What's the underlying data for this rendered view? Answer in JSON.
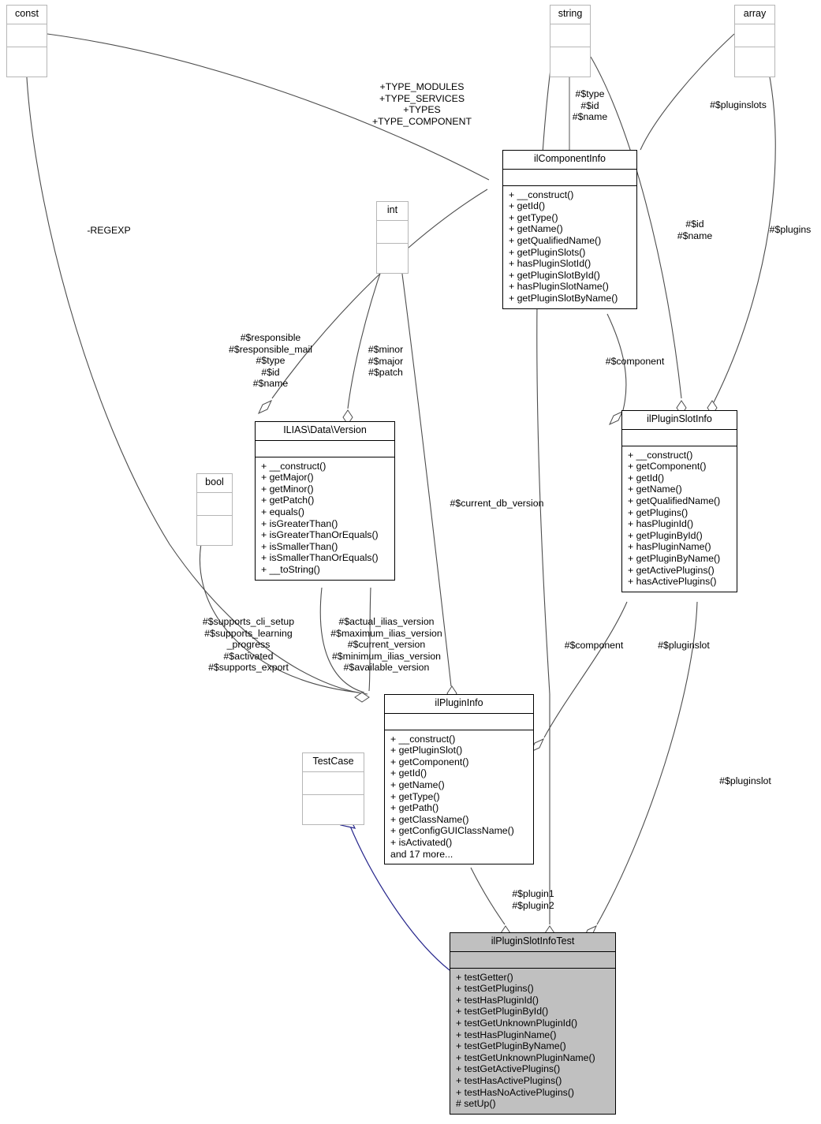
{
  "diagram": {
    "kind": "uml-class-collaboration-diagram",
    "title": "ilPluginSlotInfoTest collaboration diagram"
  },
  "classes": {
    "const": {
      "name": "const",
      "attributes": [],
      "operations": []
    },
    "string": {
      "name": "string",
      "attributes": [],
      "operations": []
    },
    "array": {
      "name": "array",
      "attributes": [],
      "operations": []
    },
    "int": {
      "name": "int",
      "attributes": [],
      "operations": []
    },
    "bool": {
      "name": "bool",
      "attributes": [],
      "operations": []
    },
    "testcase": {
      "name": "TestCase",
      "attributes": [],
      "operations": []
    },
    "ilComponentInfo": {
      "name": "ilComponentInfo",
      "attributes": [],
      "operations": [
        "+ __construct()",
        "+ getId()",
        "+ getType()",
        "+ getName()",
        "+ getQualifiedName()",
        "+ getPluginSlots()",
        "+ hasPluginSlotId()",
        "+ getPluginSlotById()",
        "+ hasPluginSlotName()",
        "+ getPluginSlotByName()"
      ]
    },
    "ilPluginSlotInfo": {
      "name": "ilPluginSlotInfo",
      "attributes": [],
      "operations": [
        "+ __construct()",
        "+ getComponent()",
        "+ getId()",
        "+ getName()",
        "+ getQualifiedName()",
        "+ getPlugins()",
        "+ hasPluginId()",
        "+ getPluginById()",
        "+ hasPluginName()",
        "+ getPluginByName()",
        "+ getActivePlugins()",
        "+ hasActivePlugins()"
      ]
    },
    "version": {
      "name": "ILIAS\\Data\\Version",
      "attributes": [],
      "operations": [
        "+ __construct()",
        "+ getMajor()",
        "+ getMinor()",
        "+ getPatch()",
        "+ equals()",
        "+ isGreaterThan()",
        "+ isGreaterThanOrEquals()",
        "+ isSmallerThan()",
        "+ isSmallerThanOrEquals()",
        "+ __toString()"
      ]
    },
    "ilPluginInfo": {
      "name": "ilPluginInfo",
      "attributes": [],
      "operations": [
        "+ __construct()",
        "+ getPluginSlot()",
        "+ getComponent()",
        "+ getId()",
        "+ getName()",
        "+ getType()",
        "+ getPath()",
        "+ getClassName()",
        "+ getConfigGUIClassName()",
        "+ isActivated()",
        "and 17 more..."
      ]
    },
    "ilPluginSlotInfoTest": {
      "name": "ilPluginSlotInfoTest",
      "attributes": [],
      "operations": [
        "+ testGetter()",
        "+ testGetPlugins()",
        "+ testHasPluginId()",
        "+ testGetPluginById()",
        "+ testGetUnknownPluginId()",
        "+ testHasPluginName()",
        "+ testGetPluginByName()",
        "+ testGetUnknownPluginName()",
        "+ testGetActivePlugins()",
        "+ testHasActivePlugins()",
        "+ testHasNoActivePlugins()",
        "# setUp()"
      ]
    }
  },
  "edge_labels": {
    "const_types": "+TYPE_MODULES\n+TYPE_SERVICES\n+TYPES\n+TYPE_COMPONENT",
    "const_regexp": "-REGEXP",
    "string_component": "#$type\n#$id\n#$name",
    "array_pluginslots": "#$pluginslots",
    "string_slot_idname": "#$id\n#$name",
    "array_plugins": "#$plugins",
    "string_version_resp": "#$responsible\n#$responsible_mail\n#$type\n#$id\n#$name",
    "int_version": "#$minor\n#$major\n#$patch",
    "int_current_db_version": "#$current_db_version",
    "componentinfo_component": "#$component",
    "bool_flags": "#$supports_cli_setup\n#$supports_learning\n_progress\n#$activated\n#$supports_export",
    "version_plugininfo": "#$actual_ilias_version\n#$maximum_ilias_version\n#$current_version\n#$minimum_ilias_version\n#$available_version",
    "componentinfo_component2": "#$component",
    "slot_pluginslot": "#$pluginslot",
    "slot_pluginslot_test": "#$pluginslot",
    "plugininfo_plugins": "#$plugin1\n#$plugin2"
  },
  "colors": {
    "background": "#ffffff",
    "line": "#4d4d4d",
    "box_border": "#000000",
    "primitive_border": "#b6b6b6",
    "current_fill": "#c0c0c0",
    "inheritance_arrow": "#26268c",
    "text": "#000000"
  }
}
